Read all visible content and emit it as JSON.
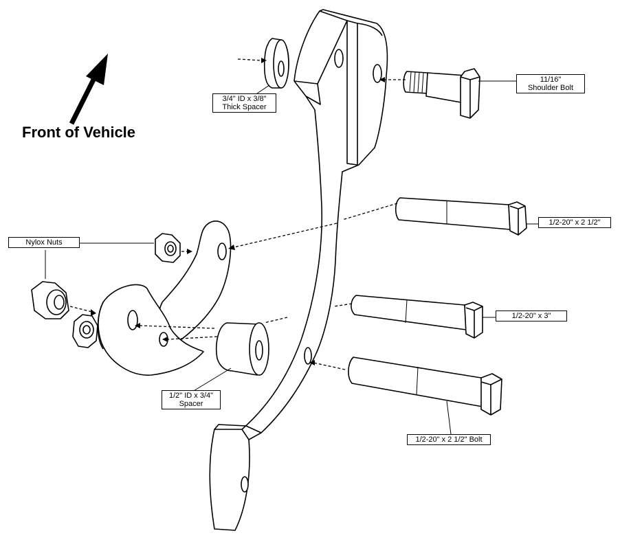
{
  "heading": "Front of Vehicle",
  "labels": {
    "spacer_thick": [
      "3/4\" ID x 3/8\"",
      "Thick Spacer"
    ],
    "shoulder_bolt": [
      "11/16\"",
      "Shoulder Bolt"
    ],
    "bolt_2_5": "1/2-20\" x 2 1/2\"",
    "nylox_nuts": "Nylox Nuts",
    "bolt_3": "1/2-20\" x 3\"",
    "spacer_long": [
      "1/2\" ID x 3/4\"",
      "Spacer"
    ],
    "bolt_2_5_bolt": "1/2-20\" x 2 1/2\" Bolt"
  },
  "colors": {
    "ink": "#000000",
    "paper": "#ffffff"
  }
}
